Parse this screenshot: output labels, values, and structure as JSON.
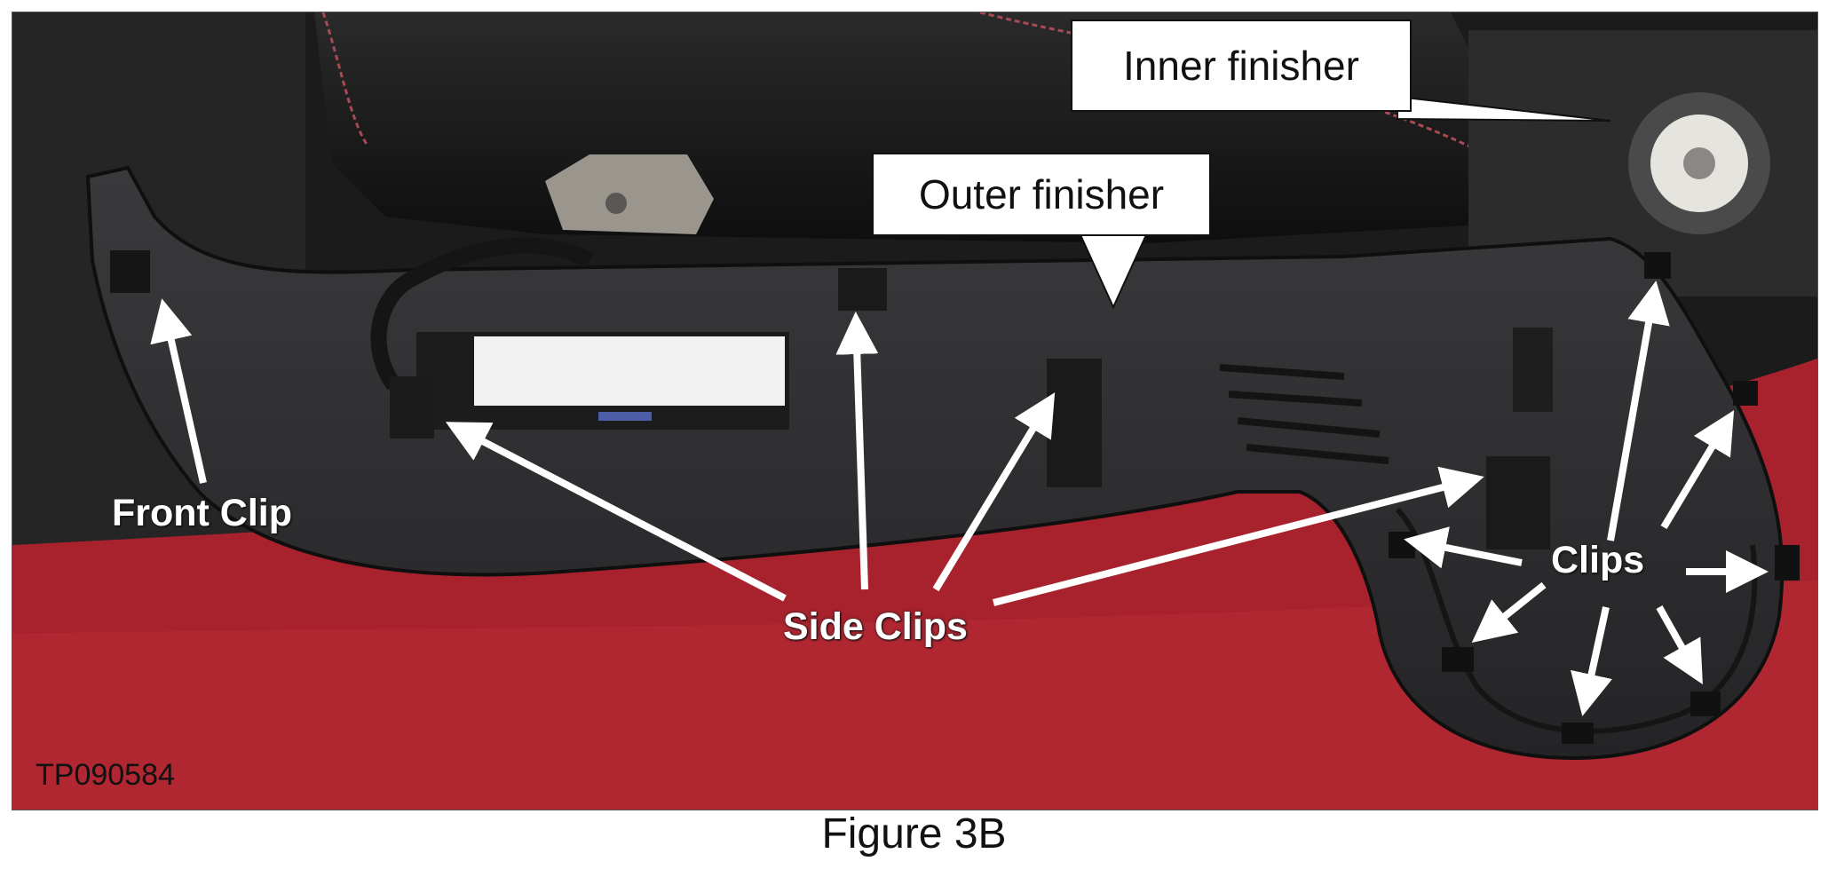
{
  "photo": {
    "callouts": {
      "inner_finisher": "Inner finisher",
      "outer_finisher": "Outer finisher"
    },
    "labels": {
      "front_clip": "Front Clip",
      "side_clips": "Side Clips",
      "clips": "Clips"
    },
    "photo_id": "TP090584"
  },
  "caption": "Figure 3B"
}
